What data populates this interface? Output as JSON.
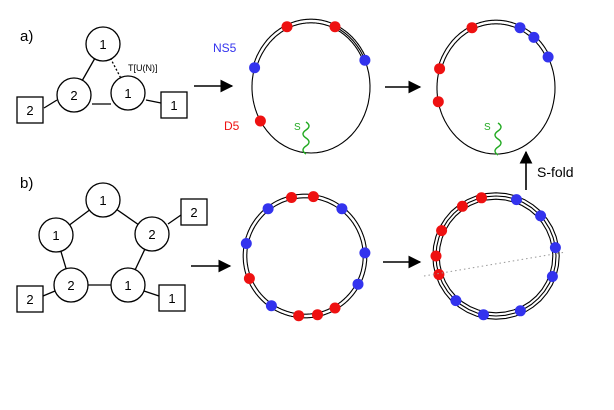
{
  "panel_labels": {
    "a": "a)",
    "b": "b)"
  },
  "quiver_a": {
    "nodes": [
      "1",
      "2",
      "1"
    ],
    "flavors": [
      "2",
      "1"
    ],
    "edge_label": "T[U(N)]"
  },
  "quiver_b": {
    "nodes": [
      "1",
      "1",
      "2",
      "2",
      "1"
    ],
    "flavors": [
      "2",
      "2",
      "1"
    ]
  },
  "brane_labels": {
    "ns5": "NS5",
    "d5": "D5",
    "s": "S"
  },
  "arrow_labels": {
    "sfold": "S-fold"
  },
  "colors": {
    "ns5": "#3333ee",
    "d5": "#ee1111",
    "s_wall": "#22aa22",
    "line": "#000000"
  }
}
